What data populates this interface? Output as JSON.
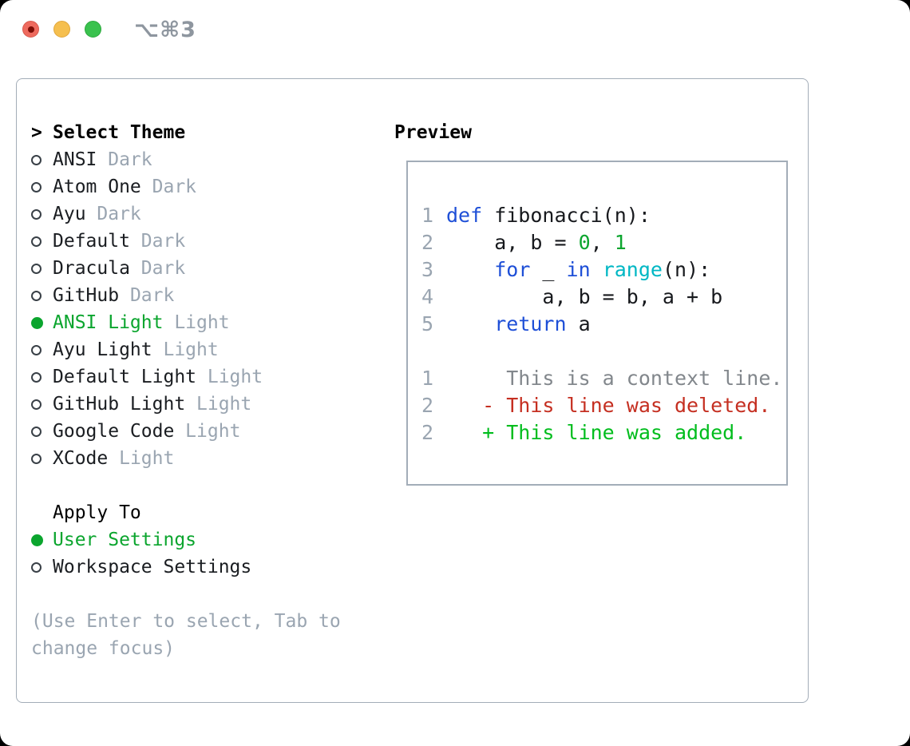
{
  "window": {
    "shortcut_label": "⌥⌘3",
    "traffic_lights": [
      "close",
      "minimize",
      "zoom"
    ]
  },
  "theme_panel": {
    "title_prefix": ">",
    "title": "Select Theme",
    "themes": [
      {
        "name": "ANSI",
        "tag": "Dark",
        "selected": false
      },
      {
        "name": "Atom One",
        "tag": "Dark",
        "selected": false
      },
      {
        "name": "Ayu",
        "tag": "Dark",
        "selected": false
      },
      {
        "name": "Default",
        "tag": "Dark",
        "selected": false
      },
      {
        "name": "Dracula",
        "tag": "Dark",
        "selected": false
      },
      {
        "name": "GitHub",
        "tag": "Dark",
        "selected": false
      },
      {
        "name": "ANSI Light",
        "tag": "Light",
        "selected": true
      },
      {
        "name": "Ayu Light",
        "tag": "Light",
        "selected": false
      },
      {
        "name": "Default Light",
        "tag": "Light",
        "selected": false
      },
      {
        "name": "GitHub Light",
        "tag": "Light",
        "selected": false
      },
      {
        "name": "Google Code",
        "tag": "Light",
        "selected": false
      },
      {
        "name": "XCode",
        "tag": "Light",
        "selected": false
      }
    ],
    "apply_to": {
      "title": "Apply To",
      "options": [
        {
          "label": "User Settings",
          "selected": true
        },
        {
          "label": "Workspace Settings",
          "selected": false
        }
      ]
    },
    "help_lines": [
      "(Use Enter to select, Tab to",
      "change focus)"
    ]
  },
  "preview": {
    "title": "Preview",
    "code_lines": [
      {
        "number": "1",
        "tokens": [
          {
            "style": "keyword",
            "text": "def"
          },
          {
            "style": "plain",
            "text": " fibonacci(n):"
          }
        ]
      },
      {
        "number": "2",
        "tokens": [
          {
            "style": "plain",
            "text": "    a, b = "
          },
          {
            "style": "number",
            "text": "0"
          },
          {
            "style": "plain",
            "text": ", "
          },
          {
            "style": "number",
            "text": "1"
          }
        ]
      },
      {
        "number": "3",
        "tokens": [
          {
            "style": "plain",
            "text": "    "
          },
          {
            "style": "keyword",
            "text": "for"
          },
          {
            "style": "plain",
            "text": " _ "
          },
          {
            "style": "keyword",
            "text": "in"
          },
          {
            "style": "plain",
            "text": " "
          },
          {
            "style": "builtin",
            "text": "range"
          },
          {
            "style": "plain",
            "text": "(n):"
          }
        ]
      },
      {
        "number": "4",
        "tokens": [
          {
            "style": "plain",
            "text": "        a, b = b, a + b"
          }
        ]
      },
      {
        "number": "5",
        "tokens": [
          {
            "style": "plain",
            "text": "    "
          },
          {
            "style": "keyword",
            "text": "return"
          },
          {
            "style": "plain",
            "text": " a"
          }
        ]
      }
    ],
    "diff_lines": [
      {
        "number": "1",
        "type": "context",
        "text": "     This is a context line."
      },
      {
        "number": "2",
        "type": "deleted",
        "text": "   - This line was deleted."
      },
      {
        "number": "2",
        "type": "added",
        "text": "   + This line was added."
      }
    ]
  },
  "colors": {
    "accent_green": "#0ba52e",
    "keyword_blue": "#1e4fd7",
    "builtin_cyan": "#00b7c4",
    "number_green": "#0ba52e",
    "diff_context_gray": "#82878c",
    "diff_deleted_red": "#c52f21",
    "diff_added_green": "#00bd1d",
    "muted_gray": "#9aa5b1",
    "text_dark": "#1a1d21",
    "border_gray": "#a3adb8",
    "traffic_red": "#ee6a5e",
    "traffic_yellow": "#f5bf4f",
    "traffic_green": "#3ac24e"
  }
}
